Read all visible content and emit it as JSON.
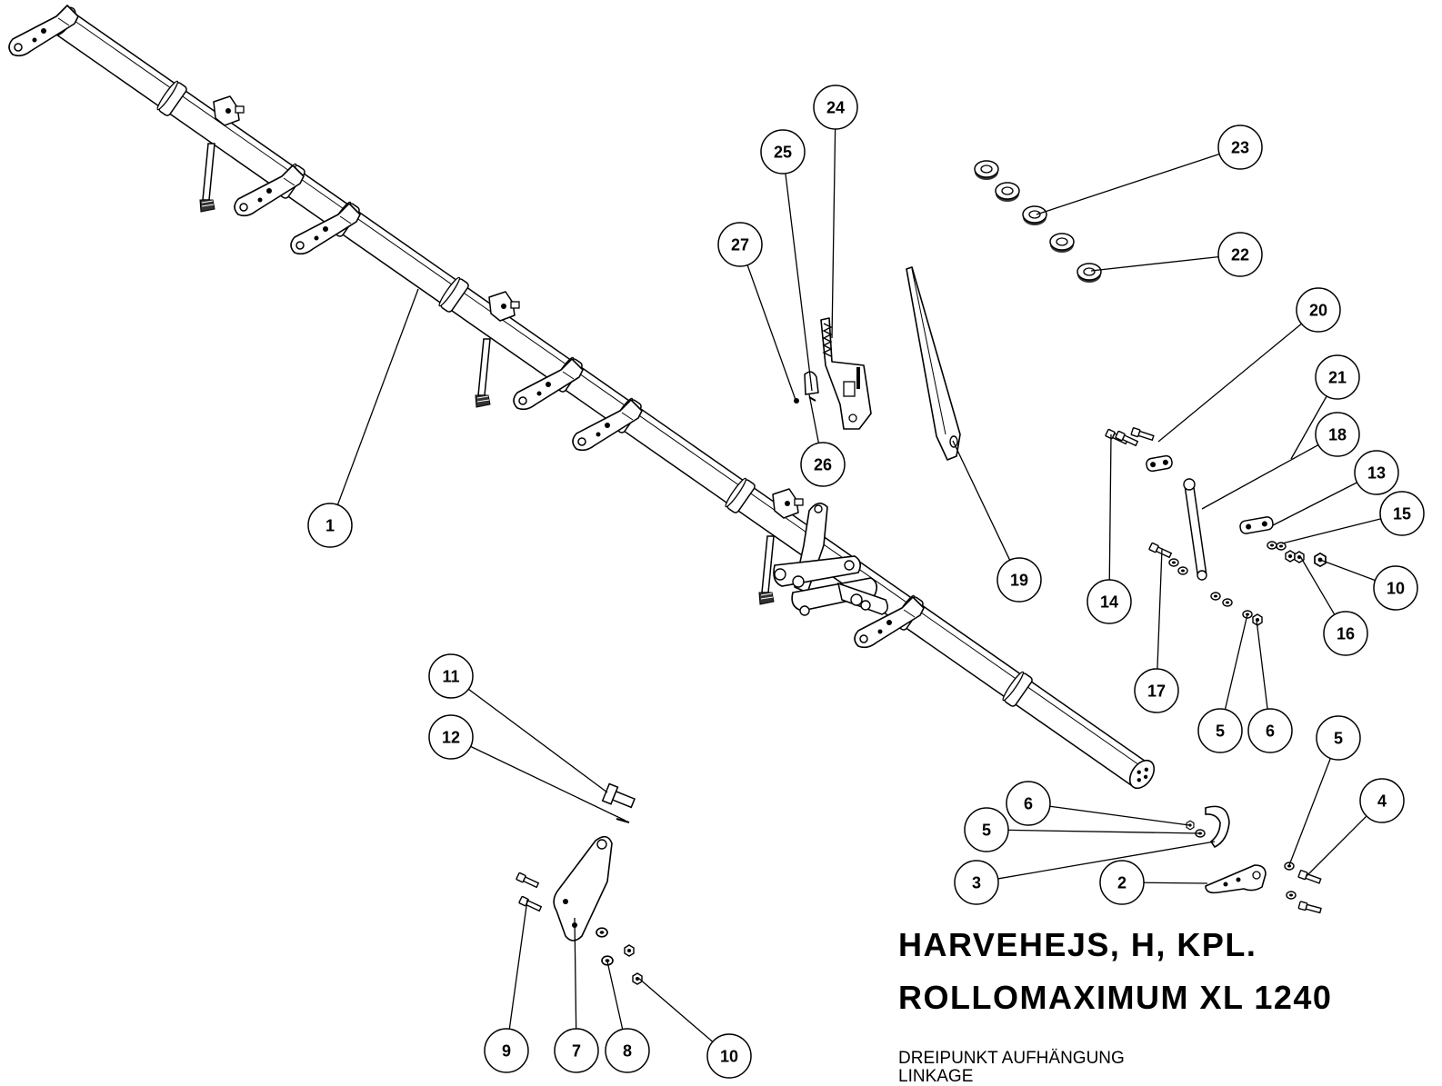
{
  "title": "HARVEHEJS, H, KPL.",
  "subtitle": "ROLLOMAXIMUM XL 1240",
  "description_de": "DREIPUNKT AUFHÄNGUNG",
  "description_en": "LINKAGE",
  "callouts": [
    "1",
    "2",
    "3",
    "4",
    "5",
    "6",
    "5",
    "6",
    "5",
    "7",
    "8",
    "9",
    "10",
    "10",
    "11",
    "12",
    "13",
    "14",
    "15",
    "16",
    "17",
    "18",
    "19",
    "20",
    "21",
    "22",
    "23",
    "24",
    "25",
    "26",
    "27"
  ],
  "colors": {
    "line": "#000000",
    "background": "#ffffff"
  }
}
